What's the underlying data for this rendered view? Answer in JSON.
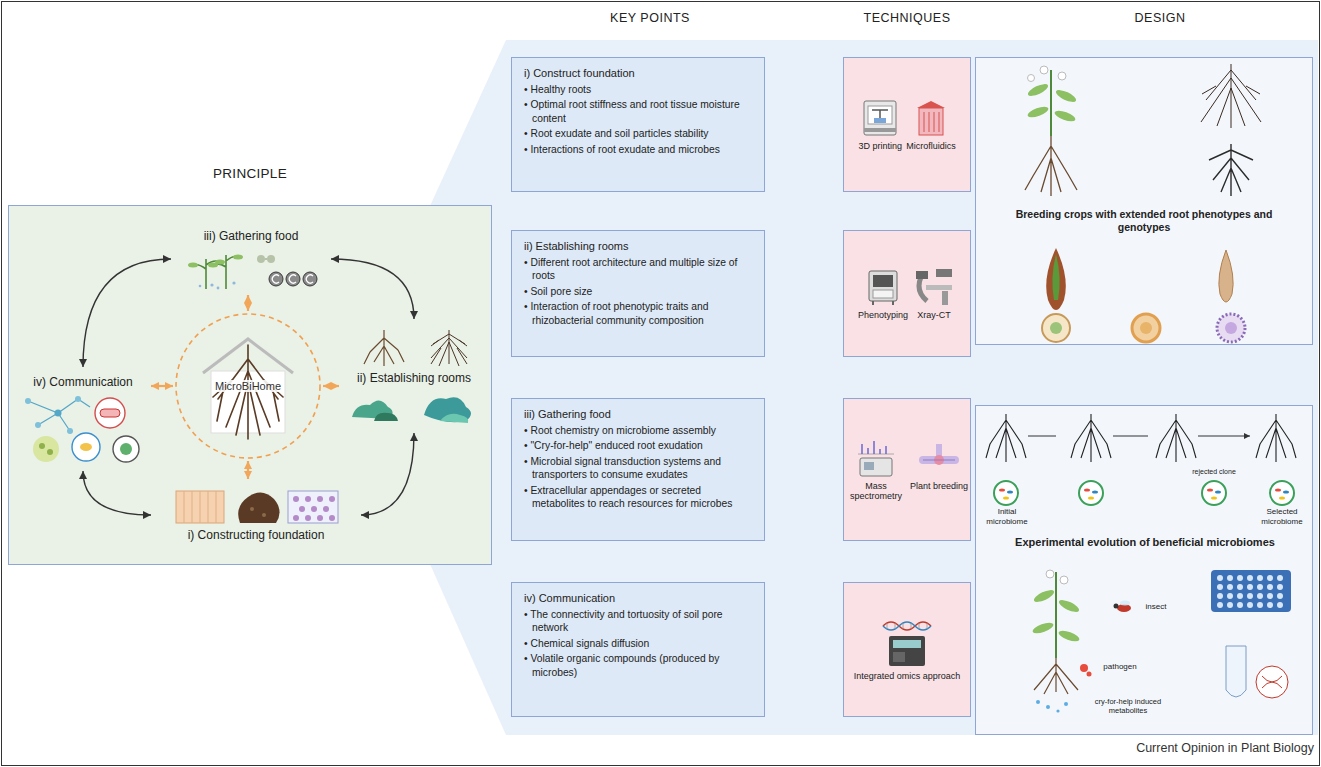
{
  "diagram": {
    "caption": "Current Opinion in Plant Biology",
    "nodes": [
      {
        "text": [
          "PRINCIPLE"
        ]
      },
      {
        "text": [
          "iii) Gathering food"
        ],
        "in": 0
      },
      {
        "text": [
          "ii) Establishing rooms"
        ],
        "in": 0
      },
      {
        "text": [
          "i) Constructing foundation"
        ],
        "in": 0
      },
      {
        "text": [
          "iv) Communication"
        ],
        "in": 0
      },
      {
        "text": [
          "MicroBiHome"
        ],
        "in": 0
      },
      {
        "text": [
          "i) Construct foundation",
          "• Healthy roots",
          "• Optimal root stiffness and root tissue moisture content",
          "• Root exudate and soil particles stability",
          "• Interactions of root exudate and microbes"
        ]
      },
      {
        "text": [
          "3D printing",
          "Microfluidics"
        ]
      },
      {
        "text": [
          "ii) Establishing rooms",
          "• Different root architecture and multiple size of roots",
          "• Soil pore size",
          "• Interaction of root phenotypic traits and rhizobacterial community composition"
        ]
      },
      {
        "text": [
          "Phenotyping",
          "Xray-CT"
        ]
      },
      {
        "text": [
          "iii) Gathering food",
          "• Root chemistry on microbiome assembly",
          "• \"Cry-for-help\" enduced root exudation",
          "• Microbial signal transduction systems and transporters to consume exudates",
          "• Extracellular appendages or secreted metabolites to reach resources for microbes"
        ]
      },
      {
        "text": [
          "Mass spectrometry",
          "Plant breeding"
        ]
      },
      {
        "text": [
          "iv) Communication",
          "• The connectivity and tortuosity of soil pore network",
          "• Chemical signals diffusion",
          "• Volatile organic compounds (produced by microbes)"
        ]
      },
      {
        "text": [
          "Integrated omics approach"
        ]
      },
      {
        "text": [
          "Breeding crops with extended root phenotypes and genotypes"
        ]
      },
      {
        "text": [
          "Initial microbiome",
          "rejected clone",
          "Selected microbiome",
          "Experimental evolution of beneficial microbiomes",
          "insect",
          "pathogen",
          "cry-for-help induced metabolites"
        ]
      }
    ],
    "edges": [
      {
        "from": 4,
        "to": 1,
        "arrow": "both"
      },
      {
        "from": 1,
        "to": 2,
        "arrow": "both"
      },
      {
        "from": 2,
        "to": 3,
        "arrow": "both"
      },
      {
        "from": 3,
        "to": 4,
        "arrow": "both"
      },
      {
        "from": 5,
        "to": 1,
        "arrow": "both"
      },
      {
        "from": 5,
        "to": 2,
        "arrow": "both"
      },
      {
        "from": 5,
        "to": 3,
        "arrow": "both"
      },
      {
        "from": 5,
        "to": 4,
        "arrow": "both"
      }
    ],
    "labels": [
      "KEY POINTS",
      "TECHNIQUES",
      "DESIGN"
    ]
  }
}
